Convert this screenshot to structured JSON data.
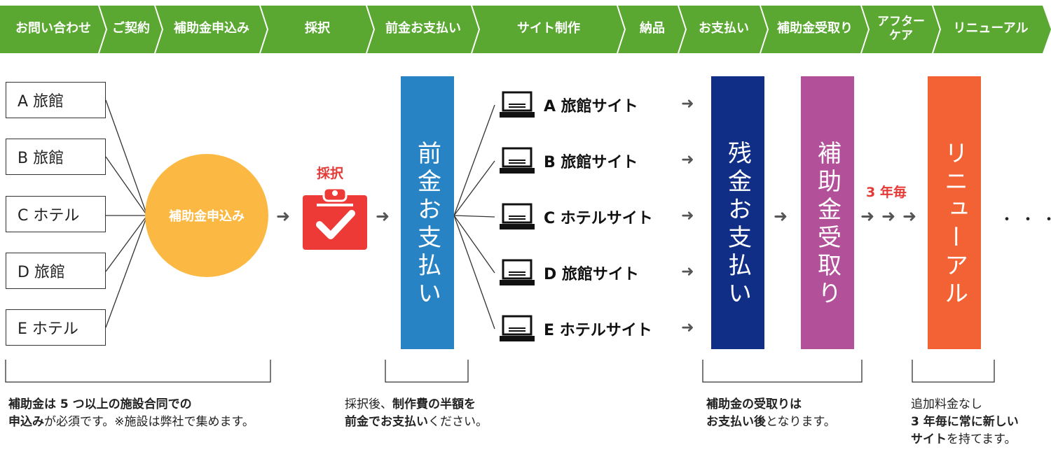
{
  "steps": [
    {
      "label": "お問い合わせ"
    },
    {
      "label": "ご契約"
    },
    {
      "label": "補助金申込み"
    },
    {
      "label": "採択"
    },
    {
      "label": "前金お支払い"
    },
    {
      "label": "サイト制作"
    },
    {
      "label": "納品"
    },
    {
      "label": "お支払い"
    },
    {
      "label": "補助金受取り"
    },
    {
      "label": "アフター\nケア"
    },
    {
      "label": "リニューアル"
    }
  ],
  "facilities": [
    "A 旅館",
    "B 旅館",
    "C ホテル",
    "D 旅館",
    "E ホテル"
  ],
  "application_circle": "補助金申込み",
  "approval_label": "採択",
  "advance_payment": "前金お支払い",
  "sites": [
    "A 旅館サイト",
    "B 旅館サイト",
    "C ホテルサイト",
    "D 旅館サイト",
    "E ホテルサイト"
  ],
  "remaining_payment": "残金お支払い",
  "subsidy_receipt": "補助金受取り",
  "interval_label": "3 年毎",
  "renewal": "リニューアル",
  "ellipsis": "・・・",
  "captions": {
    "c1": {
      "l1b": "補助金は 5 つ以上の施設合同での",
      "l2b": "申込み",
      "l2": "が必須です。※施設は弊社で集めます。"
    },
    "c2": {
      "l1": "採択後、",
      "l1b": "制作費の半額を",
      "l2b": "前金でお支払い",
      "l2": "ください。"
    },
    "c3": {
      "l1b": "補助金の受取りは",
      "l2b": "お支払い後",
      "l2": "となります。"
    },
    "c4": {
      "l1": "追加料金なし",
      "l2b": "3 年毎に常に新しい",
      "l3b": "サイト",
      "l3": "を持てます。"
    }
  },
  "colors": {
    "step_bar": "#5aa832",
    "circle": "#fbb944",
    "approval": "#ee3a36",
    "advance": "#2783c4",
    "remaining": "#102e86",
    "subsidy": "#b2509a",
    "renewal": "#f26234"
  },
  "icons": {
    "approval": "clipboard-check-icon",
    "site": "laptop-icon",
    "flow": "arrow-right-icon"
  }
}
